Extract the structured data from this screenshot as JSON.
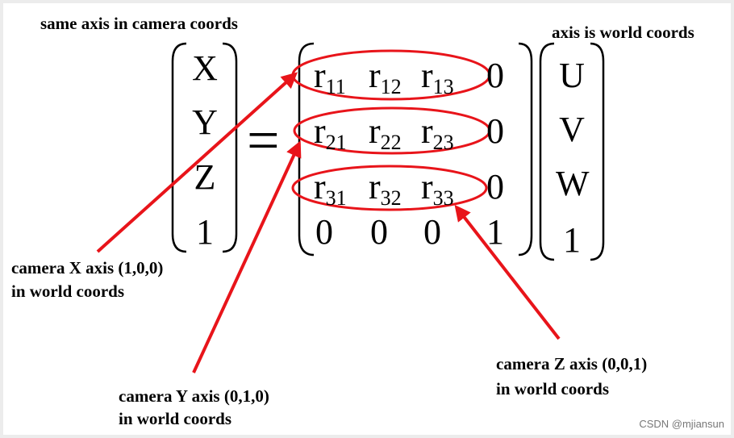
{
  "labels": {
    "left_title": "same axis in camera coords",
    "right_title": "axis is world coords",
    "cam_x_line1": "camera X axis (1,0,0)",
    "cam_x_line2": "in world coords",
    "cam_y_line1": "camera Y axis (0,1,0)",
    "cam_y_line2": "in world coords",
    "cam_z_line1": "camera Z axis (0,0,1)",
    "cam_z_line2": "in world coords"
  },
  "left_vector": [
    "X",
    "Y",
    "Z",
    "1"
  ],
  "equals": "=",
  "matrix": {
    "row1": {
      "a": "r",
      "a_sub": "11",
      "b": "r",
      "b_sub": "12",
      "c": "r",
      "c_sub": "13",
      "d": "0"
    },
    "row2": {
      "a": "r",
      "a_sub": "21",
      "b": "r",
      "b_sub": "22",
      "c": "r",
      "c_sub": "23",
      "d": "0"
    },
    "row3": {
      "a": "r",
      "a_sub": "31",
      "b": "r",
      "b_sub": "32",
      "c": "r",
      "c_sub": "33",
      "d": "0"
    },
    "row4": [
      "0",
      "0",
      "0",
      "1"
    ]
  },
  "right_vector": [
    "U",
    "V",
    "W",
    "1"
  ],
  "watermark": "CSDN @mjiansun",
  "colors": {
    "highlight": "#e8141a",
    "text": "#000000"
  }
}
